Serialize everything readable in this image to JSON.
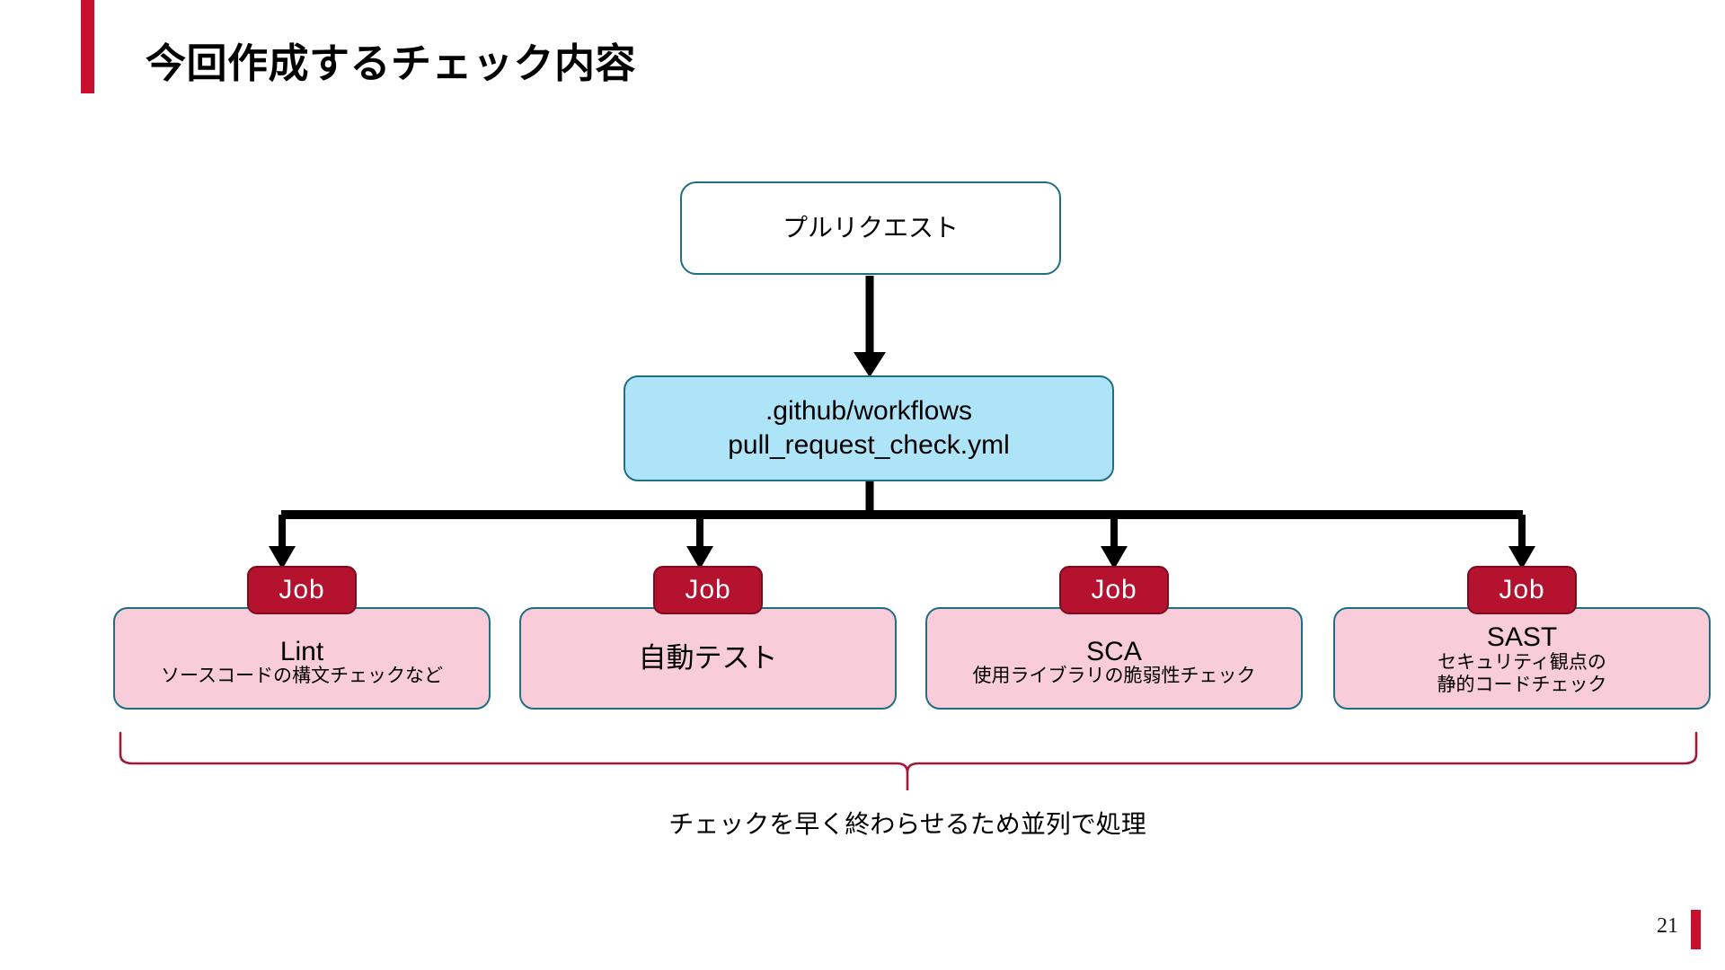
{
  "slide": {
    "title": "今回作成するチェック内容",
    "page_number": "21",
    "accent_color": "#C8102E"
  },
  "diagram": {
    "pull_request": {
      "label": "プルリクエスト",
      "fill": "#FFFFFF",
      "border": "#1F6E83"
    },
    "workflow": {
      "line1": ".github/workflows",
      "line2": "pull_request_check.yml",
      "fill": "#AEE4F7",
      "border": "#1F6E83"
    },
    "jobs": [
      {
        "badge": "Job",
        "title": "Lint",
        "subtitle_lines": [
          "ソースコードの構文チェックなど"
        ]
      },
      {
        "badge": "Job",
        "title": "自動テスト",
        "subtitle_lines": []
      },
      {
        "badge": "Job",
        "title": "SCA",
        "subtitle_lines": [
          "使用ライブラリの脆弱性チェック"
        ]
      },
      {
        "badge": "Job",
        "title": "SAST",
        "subtitle_lines": [
          "セキュリティ観点の",
          "静的コードチェック"
        ]
      }
    ],
    "job_badge_fill": "#B4122E",
    "job_box_fill": "#F8CCD8",
    "job_box_border": "#1F6E83",
    "connector_color": "#000000",
    "brace_color": "#A31836",
    "brace_caption": "チェックを早く終わらせるため並列で処理"
  }
}
